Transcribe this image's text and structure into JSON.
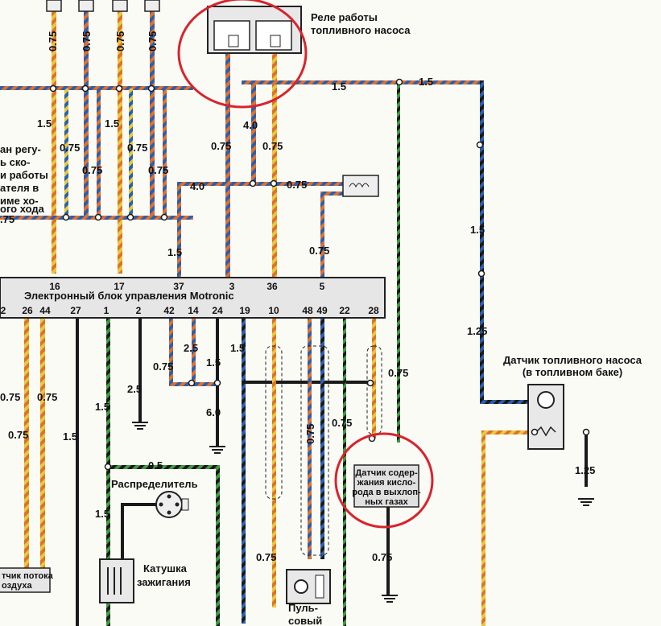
{
  "labels": {
    "relay_title_1": "Реле работы",
    "relay_title_2": "топливного насоса",
    "ecu_title": "Электронный блок управления Motronic",
    "fuel_sensor_1": "Датчик топливного насоса",
    "fuel_sensor_2": "(в топливном баке)",
    "oxygen_1": "Датчик содер-",
    "oxygen_2": "жания кисло-",
    "oxygen_3": "рода в выхлоп-",
    "oxygen_4": "ных газах",
    "distributor": "Распределитель",
    "coil_1": "Катушка",
    "coil_2": "зажигания",
    "left_1": "ан регу-",
    "left_2": "ь ско-",
    "left_3": "и работы",
    "left_4": "ателя в",
    "left_5": "име хо-",
    "left_6": "ого хода",
    "left_7": ".75",
    "airflow_1": "тчик потока",
    "airflow_2": "оздуха",
    "pulse_1": "Пуль-",
    "pulse_2": "совый"
  },
  "ecu_top_pins": [
    "16",
    "17",
    "37",
    "3",
    "36",
    "5"
  ],
  "ecu_bottom_pins": [
    "2",
    "26",
    "44",
    "27",
    "1",
    "2",
    "42",
    "14",
    "24",
    "19",
    "10",
    "48",
    "49",
    "22",
    "28"
  ],
  "gauges": {
    "g1": "0.75",
    "g2": "0.75",
    "g3": "0.75",
    "g4": "0.75",
    "g5": "1.5",
    "g6": "1.5",
    "g7": "0.75",
    "g8": "0.75",
    "g9": "0.75",
    "g10": "0.75",
    "g11": "1.5",
    "g12": "1.5",
    "g13": "4.0",
    "g14": "0.75",
    "g15": "0.75",
    "g16": "4.0",
    "g17": "0.75",
    "g18": "1.5",
    "g19": "0.75",
    "g20": "1.5",
    "g21": "1.25",
    "g22": "1.25",
    "g23": "2.5",
    "g24": "1.5",
    "g25": "0.75",
    "g26": "2.5",
    "g27": "6.0",
    "g28": "1.5",
    "g29": "1.5",
    "g30": "0.75",
    "g31": "0.75",
    "g32": "0.75",
    "g33": "0.75",
    "g34": "0.75",
    "g35": "0.5",
    "g36": "1.5",
    "g37": "0.75",
    "g38": "0.75",
    "g39": "0.75",
    "g40": "1.5"
  },
  "colors": {
    "red_circle": "#d9232d",
    "wire_blue": "#2b5fb0",
    "wire_orange": "#e0702a",
    "wire_yellow": "#e6c93a",
    "wire_black": "#1a1a1a",
    "wire_green": "#3f9a3f",
    "ecu_fill": "#e6e6e6"
  },
  "icons": [
    "relay-icon",
    "ground-icon",
    "connector-icon",
    "coil-icon",
    "distributor-icon",
    "sensor-icon"
  ]
}
